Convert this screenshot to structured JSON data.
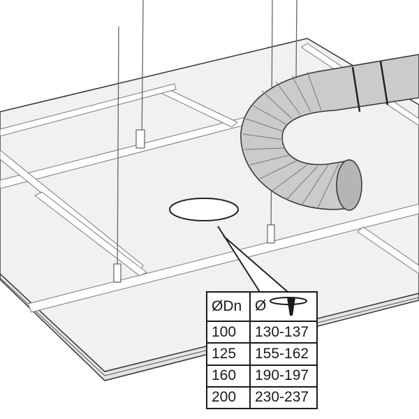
{
  "table": {
    "headers": [
      "ØDn",
      "Ø"
    ],
    "rows": [
      {
        "dn": "100",
        "cutout": "130-137"
      },
      {
        "dn": "125",
        "cutout": "155-162"
      },
      {
        "dn": "160",
        "cutout": "190-197"
      },
      {
        "dn": "200",
        "cutout": "230-237"
      }
    ]
  },
  "colors": {
    "line": "#1a1a1a",
    "panel": "#efefef",
    "duct": "#c9c9c9",
    "grid": "#ffffff"
  }
}
